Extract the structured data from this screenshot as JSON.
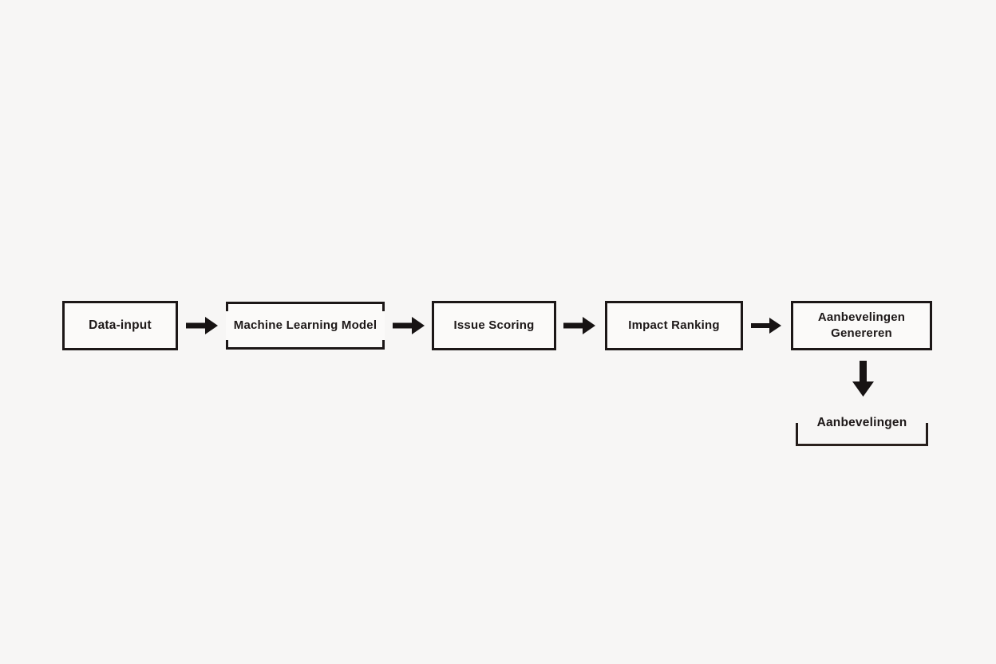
{
  "diagram": {
    "title": "ML recommendation pipeline flowchart",
    "colors": {
      "background": "#f7f6f5",
      "ink": "#1c1717",
      "node_fill": "#fbfaf9"
    },
    "nodes": [
      {
        "id": "data-input",
        "label": "Data-input",
        "border_style": "solid"
      },
      {
        "id": "machine-learning-model",
        "label": "Machine Learning Model",
        "border_style": "bracket-corners"
      },
      {
        "id": "issue-scoring",
        "label": "Issue Scoring",
        "border_style": "solid"
      },
      {
        "id": "impact-ranking",
        "label": "Impact Ranking",
        "border_style": "solid"
      },
      {
        "id": "aanbevelingen-genereren",
        "label": "Aanbevelingen Genereren",
        "border_style": "solid"
      },
      {
        "id": "aanbevelingen",
        "label": "Aanbevelingen",
        "border_style": "open-top-bracket"
      }
    ],
    "edges": [
      {
        "from": "data-input",
        "to": "machine-learning-model",
        "direction": "right"
      },
      {
        "from": "machine-learning-model",
        "to": "issue-scoring",
        "direction": "right"
      },
      {
        "from": "issue-scoring",
        "to": "impact-ranking",
        "direction": "right"
      },
      {
        "from": "impact-ranking",
        "to": "aanbevelingen-genereren",
        "direction": "right"
      },
      {
        "from": "aanbevelingen-genereren",
        "to": "aanbevelingen",
        "direction": "down"
      }
    ]
  }
}
